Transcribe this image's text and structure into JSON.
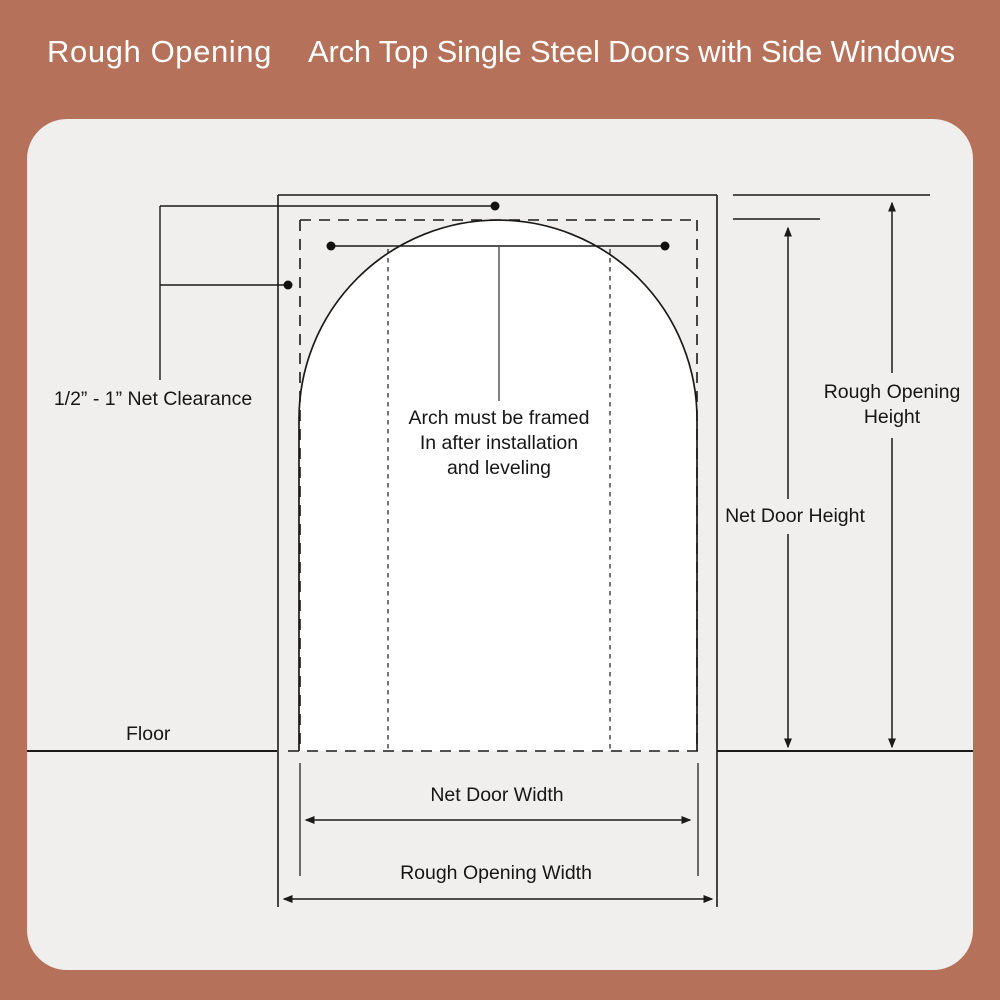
{
  "header": {
    "title_left": "Rough Opening",
    "title_right": "Arch Top Single Steel Doors with Side Windows"
  },
  "colors": {
    "background": "#b57159",
    "panel": "#f0efed",
    "line": "#1a1a1a",
    "door_fill": "#ffffff",
    "header_text": "#ffffff",
    "label_text": "#161616"
  },
  "labels": {
    "net_clearance": "1/2” - 1” Net Clearance",
    "arch_note": [
      "Arch must be framed",
      "In after installation",
      "and leveling"
    ],
    "floor": "Floor",
    "net_door_width": "Net Door Width",
    "rough_opening_width": "Rough Opening Width",
    "net_door_height": "Net Door Height",
    "rough_opening_height": "Rough Opening Height"
  }
}
